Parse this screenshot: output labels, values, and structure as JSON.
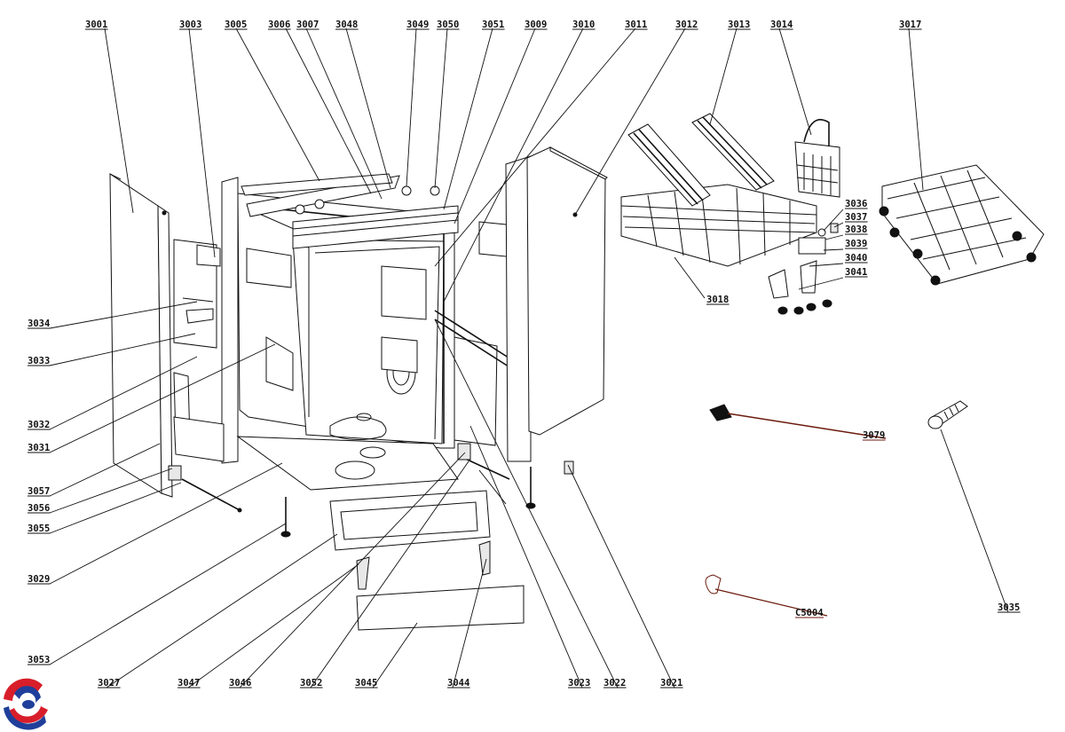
{
  "parts": [
    {
      "id": "3001"
    },
    {
      "id": "3003"
    },
    {
      "id": "3005"
    },
    {
      "id": "3006"
    },
    {
      "id": "3007"
    },
    {
      "id": "3048"
    },
    {
      "id": "3049"
    },
    {
      "id": "3050"
    },
    {
      "id": "3051"
    },
    {
      "id": "3009"
    },
    {
      "id": "3010"
    },
    {
      "id": "3011"
    },
    {
      "id": "3012"
    },
    {
      "id": "3013"
    },
    {
      "id": "3014"
    },
    {
      "id": "3017"
    },
    {
      "id": "3036"
    },
    {
      "id": "3037"
    },
    {
      "id": "3038"
    },
    {
      "id": "3039"
    },
    {
      "id": "3040"
    },
    {
      "id": "3041"
    },
    {
      "id": "3018"
    },
    {
      "id": "3034"
    },
    {
      "id": "3033"
    },
    {
      "id": "3032"
    },
    {
      "id": "3031"
    },
    {
      "id": "3057"
    },
    {
      "id": "3056"
    },
    {
      "id": "3055"
    },
    {
      "id": "3029"
    },
    {
      "id": "3053"
    },
    {
      "id": "3027"
    },
    {
      "id": "3047"
    },
    {
      "id": "3046"
    },
    {
      "id": "3052"
    },
    {
      "id": "3045"
    },
    {
      "id": "3044"
    },
    {
      "id": "3023"
    },
    {
      "id": "3022"
    },
    {
      "id": "3021"
    },
    {
      "id": "3079"
    },
    {
      "id": "C5004"
    },
    {
      "id": "3035"
    }
  ],
  "logo": {
    "name": "brand-logo",
    "colors": [
      "#d81e2b",
      "#1f3f9a"
    ]
  },
  "leader_color_special": "#6b1a0c"
}
